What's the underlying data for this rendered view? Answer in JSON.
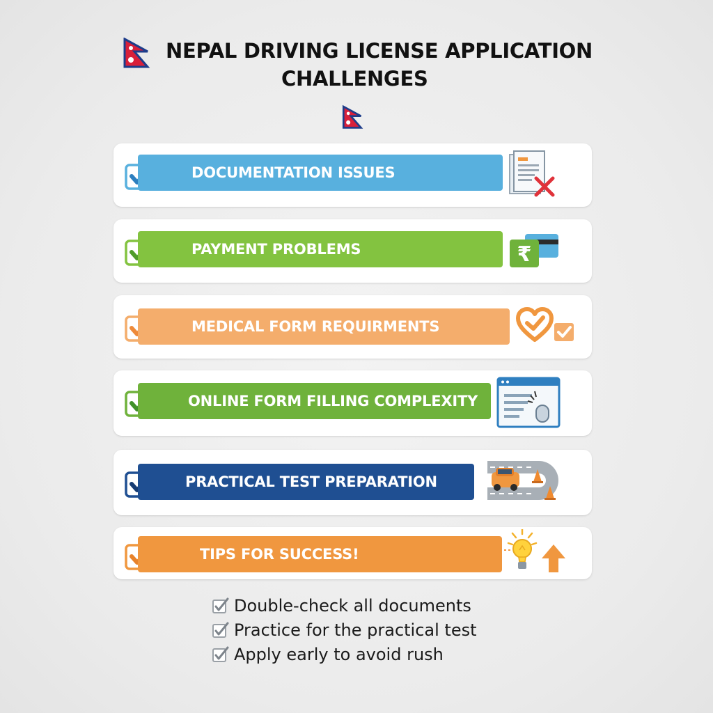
{
  "header": {
    "title_line1": "NEPAL DRIVING LICENSE APPLICATION",
    "title_line2": "CHALLENGES"
  },
  "colors": {
    "blue": "#58b0de",
    "green": "#83c340",
    "orange_light": "#f4ad6c",
    "green_dark": "#6fb23b",
    "navy": "#1f4f92",
    "orange": "#f0973f"
  },
  "challenges": [
    {
      "label": "DOCUMENTATION ISSUES",
      "icon": "document-rejected-icon",
      "color": "#58b0de"
    },
    {
      "label": "PAYMENT PROBLEMS",
      "icon": "rupee-card-icon",
      "color": "#83c340"
    },
    {
      "label": "MEDICAL FORM REQUIRMENTS",
      "icon": "heart-check-icon",
      "color": "#f4ad6c"
    },
    {
      "label": "ONLINE FORM FILLING COMPLEXITY",
      "icon": "browser-click-icon",
      "color": "#6fb23b"
    },
    {
      "label": "PRACTICAL TEST PREPARATION",
      "icon": "car-road-cone-icon",
      "color": "#1f4f92"
    },
    {
      "label": "TIPS FOR SUCCESS!",
      "icon": "lightbulb-arrow-icon",
      "color": "#f0973f"
    }
  ],
  "tips": [
    {
      "text": "Double-check all documents"
    },
    {
      "text": "Practice for the practical test"
    },
    {
      "text": "Apply early to avoid rush"
    }
  ]
}
